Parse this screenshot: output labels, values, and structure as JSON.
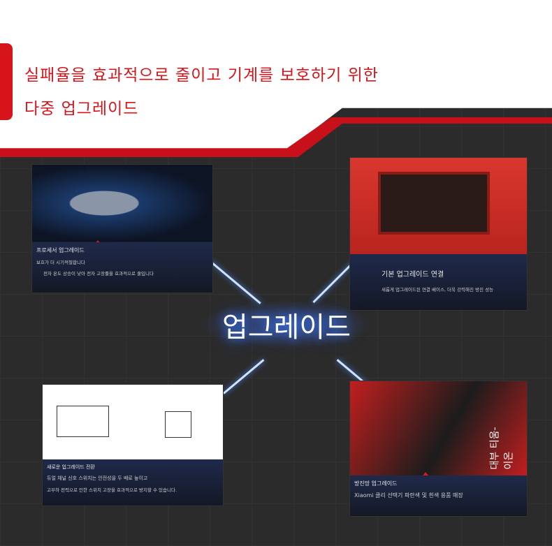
{
  "header": {
    "line1": "실패율을 효과적으로 줄이고 기계를 보호하기 위한",
    "line2": "다중 업그레이드"
  },
  "center_label": "업그레이드",
  "panels": [
    {
      "title": "프로세서 업그레이드",
      "subtitle": "보호가 더 시기적절합니다",
      "desc": "전자 온도 상승이 낮아 전자 고장률을 효과적으로 줄입니다"
    },
    {
      "title": "기본 업그레이드 연결",
      "desc": "새롭게 업그레이드된 연결 베이스, 더욱 강력해진 방진 성능"
    },
    {
      "title": "새로운 업그레이드 전환",
      "subtitle": "듀얼 채널 신호 스위치는 안전성을 두 배로 높이고",
      "desc": "고부하 전력으로 인한 스위치 고장을 효과적으로 방지할 수 있습니다."
    },
    {
      "title": "방진망 업그레이드",
      "desc": "Xiaomi 클리 선택기 파란색 및 흰색 용품 매장",
      "product_text": "대부 티움-이온"
    }
  ],
  "colors": {
    "accent": "#d8141b",
    "glow": "#3b7bff"
  }
}
